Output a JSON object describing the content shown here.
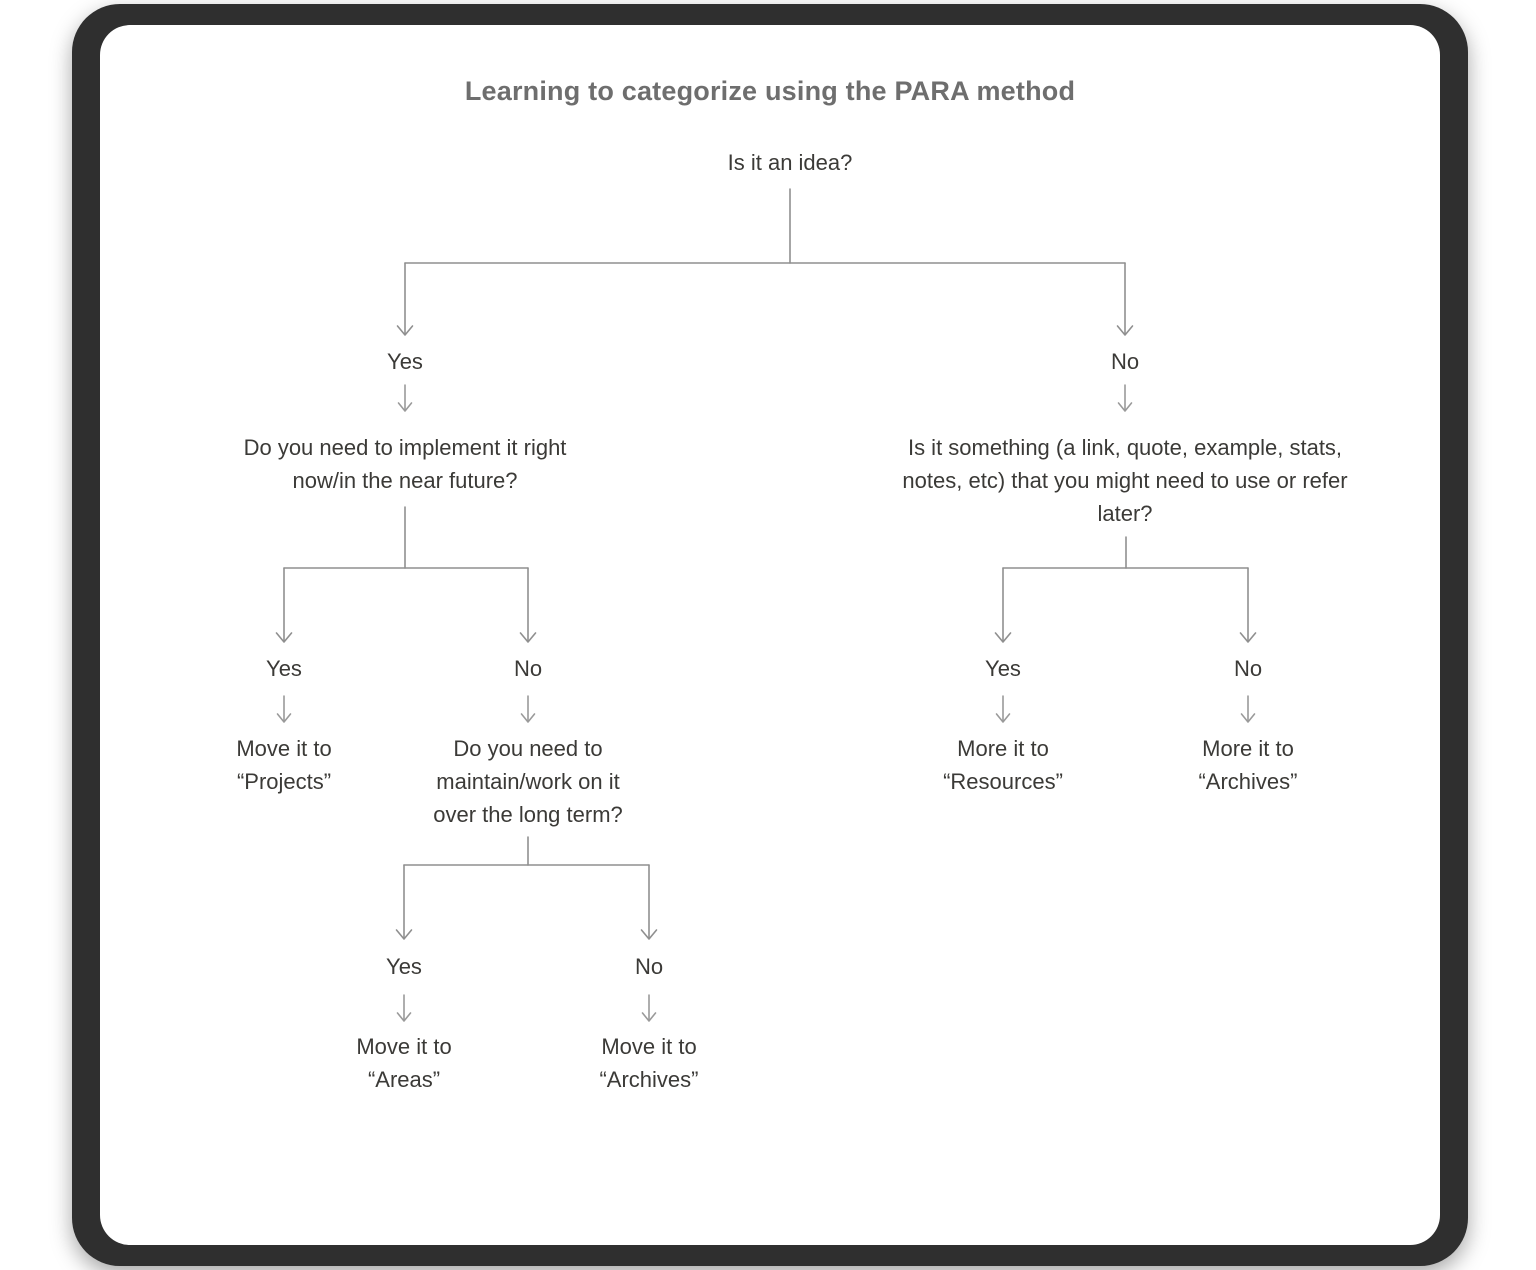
{
  "title": "Learning to categorize using the PARA method",
  "colors": {
    "card_background": "#ffffff",
    "frame": "#2f2f2f",
    "title_text": "#6e6e6e",
    "node_text": "#3b3a37",
    "connector_line": "#8f8f8f"
  },
  "flowchart": {
    "root_question": "Is it an idea?",
    "yes_branch": {
      "label": "Yes",
      "question": "Do you need to implement it right now/in the near future?",
      "yes": {
        "label": "Yes",
        "action": "Move it to",
        "target": "“Projects”"
      },
      "no": {
        "label": "No",
        "question": "Do you need to maintain/work on it over the long term?",
        "yes": {
          "label": "Yes",
          "action": "Move it to",
          "target": "“Areas”"
        },
        "no": {
          "label": "No",
          "action": "Move it to",
          "target": "“Archives”"
        }
      }
    },
    "no_branch": {
      "label": "No",
      "question": "Is it something (a link, quote, example, stats, notes, etc) that you might need to use or refer later?",
      "yes": {
        "label": "Yes",
        "action": "More it to",
        "target": "“Resources”"
      },
      "no": {
        "label": "No",
        "action": "More it to",
        "target": "“Archives”"
      }
    }
  }
}
